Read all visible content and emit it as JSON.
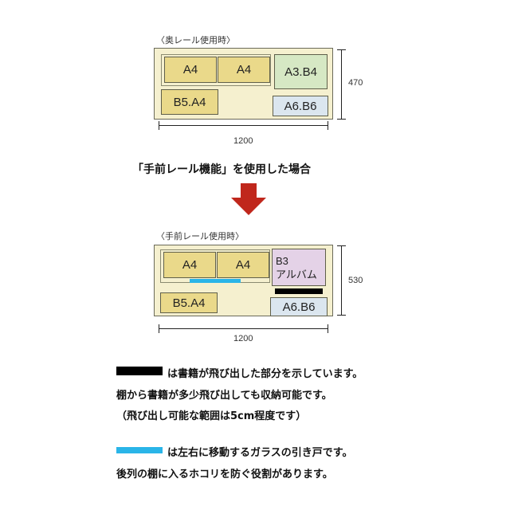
{
  "diagram1": {
    "caption": "〈奥レール使用時〉",
    "boxes": {
      "a4_left": "A4",
      "a4_right": "A4",
      "a3b4": "A3.B4",
      "b5a4": "B5.A4",
      "a6b6": "A6.B6"
    },
    "width_label": "1200",
    "depth_label": "470"
  },
  "heading": "「手前レール機能」を使用した場合",
  "diagram2": {
    "caption": "〈手前レール使用時〉",
    "boxes": {
      "a4_left": "A4",
      "a4_right": "A4",
      "b3_line1": "B3",
      "b3_line2": "アルバム",
      "b5a4": "B5.A4",
      "a6b6": "A6.B6"
    },
    "width_label": "1200",
    "depth_label": "530"
  },
  "legend": {
    "black_line1": "は書籍が飛び出した部分を示しています。",
    "black_line2": "棚から書籍が多少飛び出しても収納可能です。",
    "black_line3": "（飛び出し可能な範囲は5cm程度です）",
    "blue_line1": "は左右に移動するガラスの引き戸です。",
    "blue_line2": "後列の棚に入るホコリを防ぐ役割があります。"
  },
  "colors": {
    "arrow": "#c0271c",
    "glass_door": "#2ab5e8",
    "book_overhang": "#000000"
  }
}
